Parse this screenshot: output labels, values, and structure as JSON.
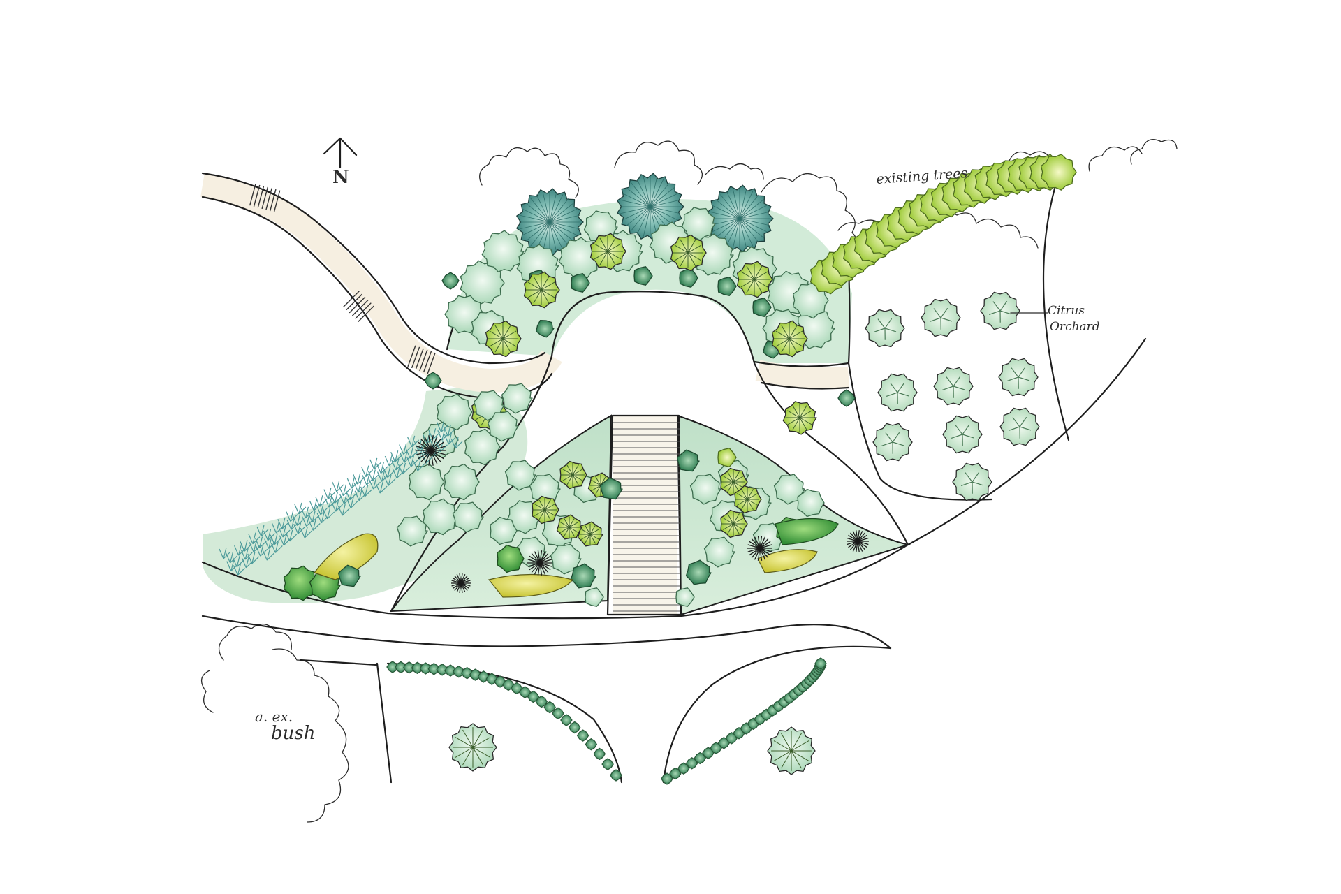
{
  "labels": {
    "north": "N",
    "existing_trees": "existing trees",
    "citrus_line1": "Citrus",
    "citrus_line2": "Orchard",
    "bush_line1": "a. ex.",
    "bush_line2": "bush"
  },
  "colors": {
    "path": "#f6efe1",
    "bed": "#cfe6d4",
    "bed_dark": "#9ccdb0",
    "tree_teal": "#5fa3a0",
    "shrub_mint": "#cfe9d6",
    "shrub_lime": "#b9dc57",
    "hedge_yellow": "#d6e570",
    "shrub_green": "#4da64a",
    "shrub_yellow": "#d9da55",
    "citrus": "#d8ecd7",
    "ink": "#1e1e1e"
  },
  "icons": {
    "north_arrow": "north-arrow-icon"
  }
}
